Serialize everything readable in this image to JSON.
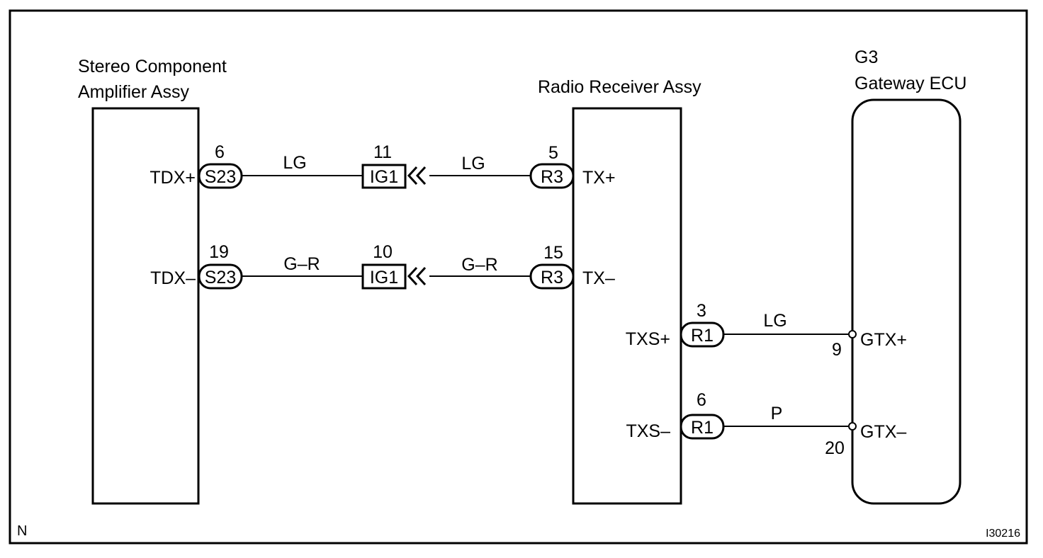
{
  "components": {
    "amplifier": {
      "title_line1": "Stereo Component",
      "title_line2": "Amplifier Assy",
      "pins": {
        "tdx_plus": "TDX+",
        "tdx_minus": "TDX–"
      }
    },
    "radio": {
      "title": "Radio Receiver Assy",
      "pins": {
        "tx_plus": "TX+",
        "tx_minus": "TX–",
        "txs_plus": "TXS+",
        "txs_minus": "TXS–"
      }
    },
    "gateway": {
      "code": "G3",
      "title": "Gateway ECU",
      "pins": {
        "gtx_plus": "GTX+",
        "gtx_minus": "GTX–",
        "pin_9": "9",
        "pin_20": "20"
      }
    }
  },
  "connectors": {
    "s23_a": {
      "label": "S23",
      "pin": "6"
    },
    "s23_b": {
      "label": "S23",
      "pin": "19"
    },
    "ig1_a": {
      "label": "IG1",
      "pin": "11"
    },
    "ig1_b": {
      "label": "IG1",
      "pin": "10"
    },
    "r3_a": {
      "label": "R3",
      "pin": "5"
    },
    "r3_b": {
      "label": "R3",
      "pin": "15"
    },
    "r1_a": {
      "label": "R1",
      "pin": "3"
    },
    "r1_b": {
      "label": "R1",
      "pin": "6"
    }
  },
  "wires": {
    "w1_left": "LG",
    "w1_right": "LG",
    "w2_left": "G–R",
    "w2_right": "G–R",
    "w3": "LG",
    "w4": "P"
  },
  "footer": {
    "corner_left": "N",
    "figure_code": "I30216"
  }
}
